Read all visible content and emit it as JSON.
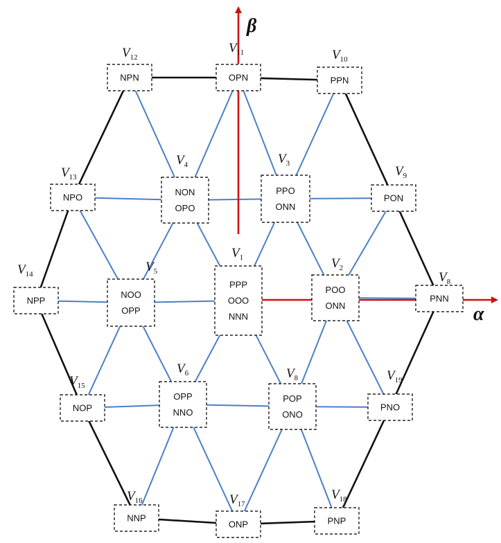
{
  "colors": {
    "outer_edge": "#111111",
    "inner_edge": "#4a7fc8",
    "axis": "#cc1111",
    "box_border": "#222222"
  },
  "axes": {
    "alpha_label": "α",
    "beta_label": "β"
  },
  "vectors": [
    {
      "id": "v1",
      "symbol": "V",
      "index": "1",
      "states": [
        "PPP",
        "OOO",
        "NNN"
      ]
    },
    {
      "id": "v2",
      "symbol": "V",
      "index": "2",
      "states": [
        "POO",
        "ONN"
      ]
    },
    {
      "id": "v3",
      "symbol": "V",
      "index": "3",
      "states": [
        "PPO",
        "ONN"
      ]
    },
    {
      "id": "v4",
      "symbol": "V",
      "index": "4",
      "states": [
        "NON",
        "OPO"
      ]
    },
    {
      "id": "v5",
      "symbol": "V",
      "index": "5",
      "states": [
        "NOO",
        "OPP"
      ]
    },
    {
      "id": "v6",
      "symbol": "V",
      "index": "6",
      "states": [
        "OPP",
        "NNO"
      ]
    },
    {
      "id": "v7",
      "symbol": "V",
      "index": "8",
      "states": [
        "POP",
        "ONO"
      ]
    },
    {
      "id": "v8",
      "symbol": "V",
      "index": "8",
      "states": [
        "PNN"
      ]
    },
    {
      "id": "v9",
      "symbol": "V",
      "index": "9",
      "states": [
        "PON"
      ]
    },
    {
      "id": "v10",
      "symbol": "V",
      "index": "10",
      "states": [
        "PPN"
      ]
    },
    {
      "id": "v11",
      "symbol": "V",
      "index": "11",
      "states": [
        "OPN"
      ]
    },
    {
      "id": "v12",
      "symbol": "V",
      "index": "12",
      "states": [
        "NPN"
      ]
    },
    {
      "id": "v13",
      "symbol": "V",
      "index": "13",
      "states": [
        "NPO"
      ]
    },
    {
      "id": "v14",
      "symbol": "V",
      "index": "14",
      "states": [
        "NPP"
      ]
    },
    {
      "id": "v15",
      "symbol": "V",
      "index": "15",
      "states": [
        "NOP"
      ]
    },
    {
      "id": "v16",
      "symbol": "V",
      "index": "16",
      "states": [
        "NNP"
      ]
    },
    {
      "id": "v17",
      "symbol": "V",
      "index": "17",
      "states": [
        "ONP"
      ]
    },
    {
      "id": "v18",
      "symbol": "V",
      "index": "18",
      "states": [
        "PNP"
      ]
    },
    {
      "id": "v19",
      "symbol": "V",
      "index": "19",
      "states": [
        "PNO"
      ]
    }
  ]
}
